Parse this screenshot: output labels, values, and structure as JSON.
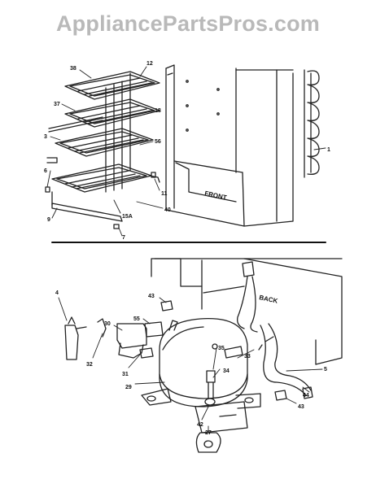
{
  "watermark": "AppliancePartsPros.com",
  "labels": {
    "front": "FRONT",
    "back": "BACK"
  },
  "callouts": {
    "c38": "38",
    "c12": "12",
    "c37": "37",
    "c18": "18",
    "c3": "3",
    "c56": "56",
    "c6": "6",
    "c11": "11",
    "c40": "40",
    "c15a": "15A",
    "c9": "9",
    "c7": "7",
    "c1": "1",
    "c4": "4",
    "c43a": "43",
    "c55": "55",
    "c30": "30",
    "c32": "32",
    "c31": "31",
    "c29": "29",
    "c35": "35",
    "c34": "34",
    "c33": "33",
    "c42": "42",
    "c27": "27",
    "c5": "5",
    "c43b": "43",
    "c44": "44"
  }
}
